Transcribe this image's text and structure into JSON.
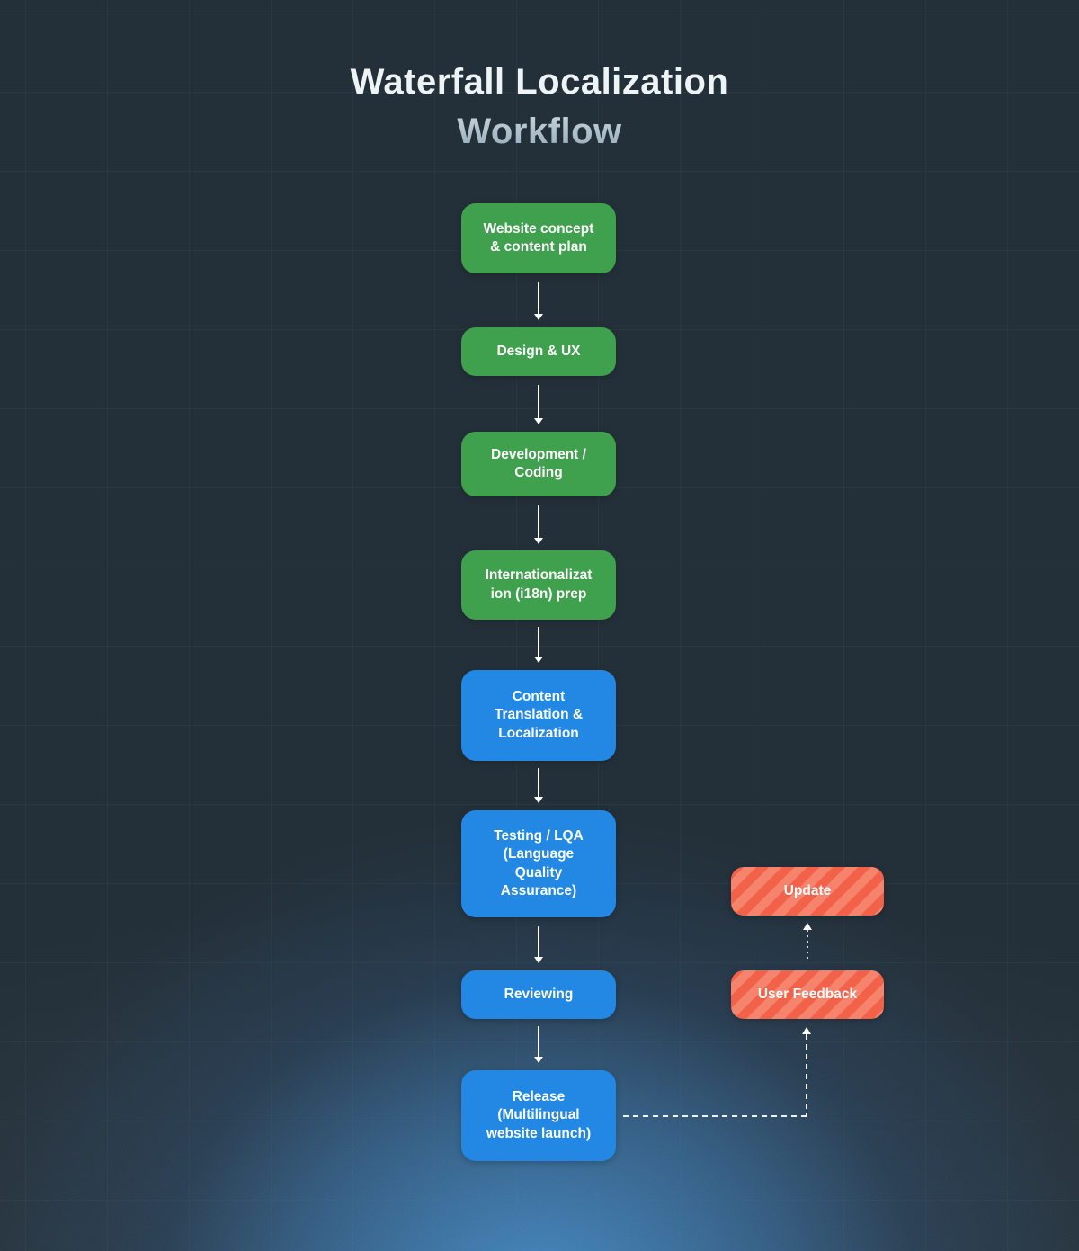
{
  "title": {
    "line1": "Waterfall Localization",
    "line2": "Workflow"
  },
  "flow": {
    "nodes": [
      {
        "id": "website-concept",
        "label": "Website concept\n& content plan",
        "phase": "green"
      },
      {
        "id": "design-ux",
        "label": "Design & UX",
        "phase": "green"
      },
      {
        "id": "development-coding",
        "label": "Development /\nCoding",
        "phase": "green"
      },
      {
        "id": "i18n-prep",
        "label": "Internationalizat\nion (i18n) prep",
        "phase": "green"
      },
      {
        "id": "content-translation",
        "label": "Content\nTranslation &\nLocalization",
        "phase": "blue"
      },
      {
        "id": "testing-lqa",
        "label": "Testing / LQA\n(Language\nQuality\nAssurance)",
        "phase": "blue"
      },
      {
        "id": "reviewing",
        "label": "Reviewing",
        "phase": "blue"
      },
      {
        "id": "release",
        "label": "Release\n(Multilingual\nwebsite launch)",
        "phase": "blue"
      }
    ],
    "feedback_loop": [
      {
        "id": "update",
        "label": "Update",
        "phase": "orange"
      },
      {
        "id": "user-feedback",
        "label": "User Feedback",
        "phase": "orange"
      }
    ]
  },
  "colors": {
    "background": "#243039",
    "phase_green": "#3fa04d",
    "phase_blue": "#2288e4",
    "feedback_orange": "#f2624b",
    "feedback_orange_stripe": "#f6836b",
    "connector": "#ffffff",
    "glow_blue": "#3e86c4"
  }
}
